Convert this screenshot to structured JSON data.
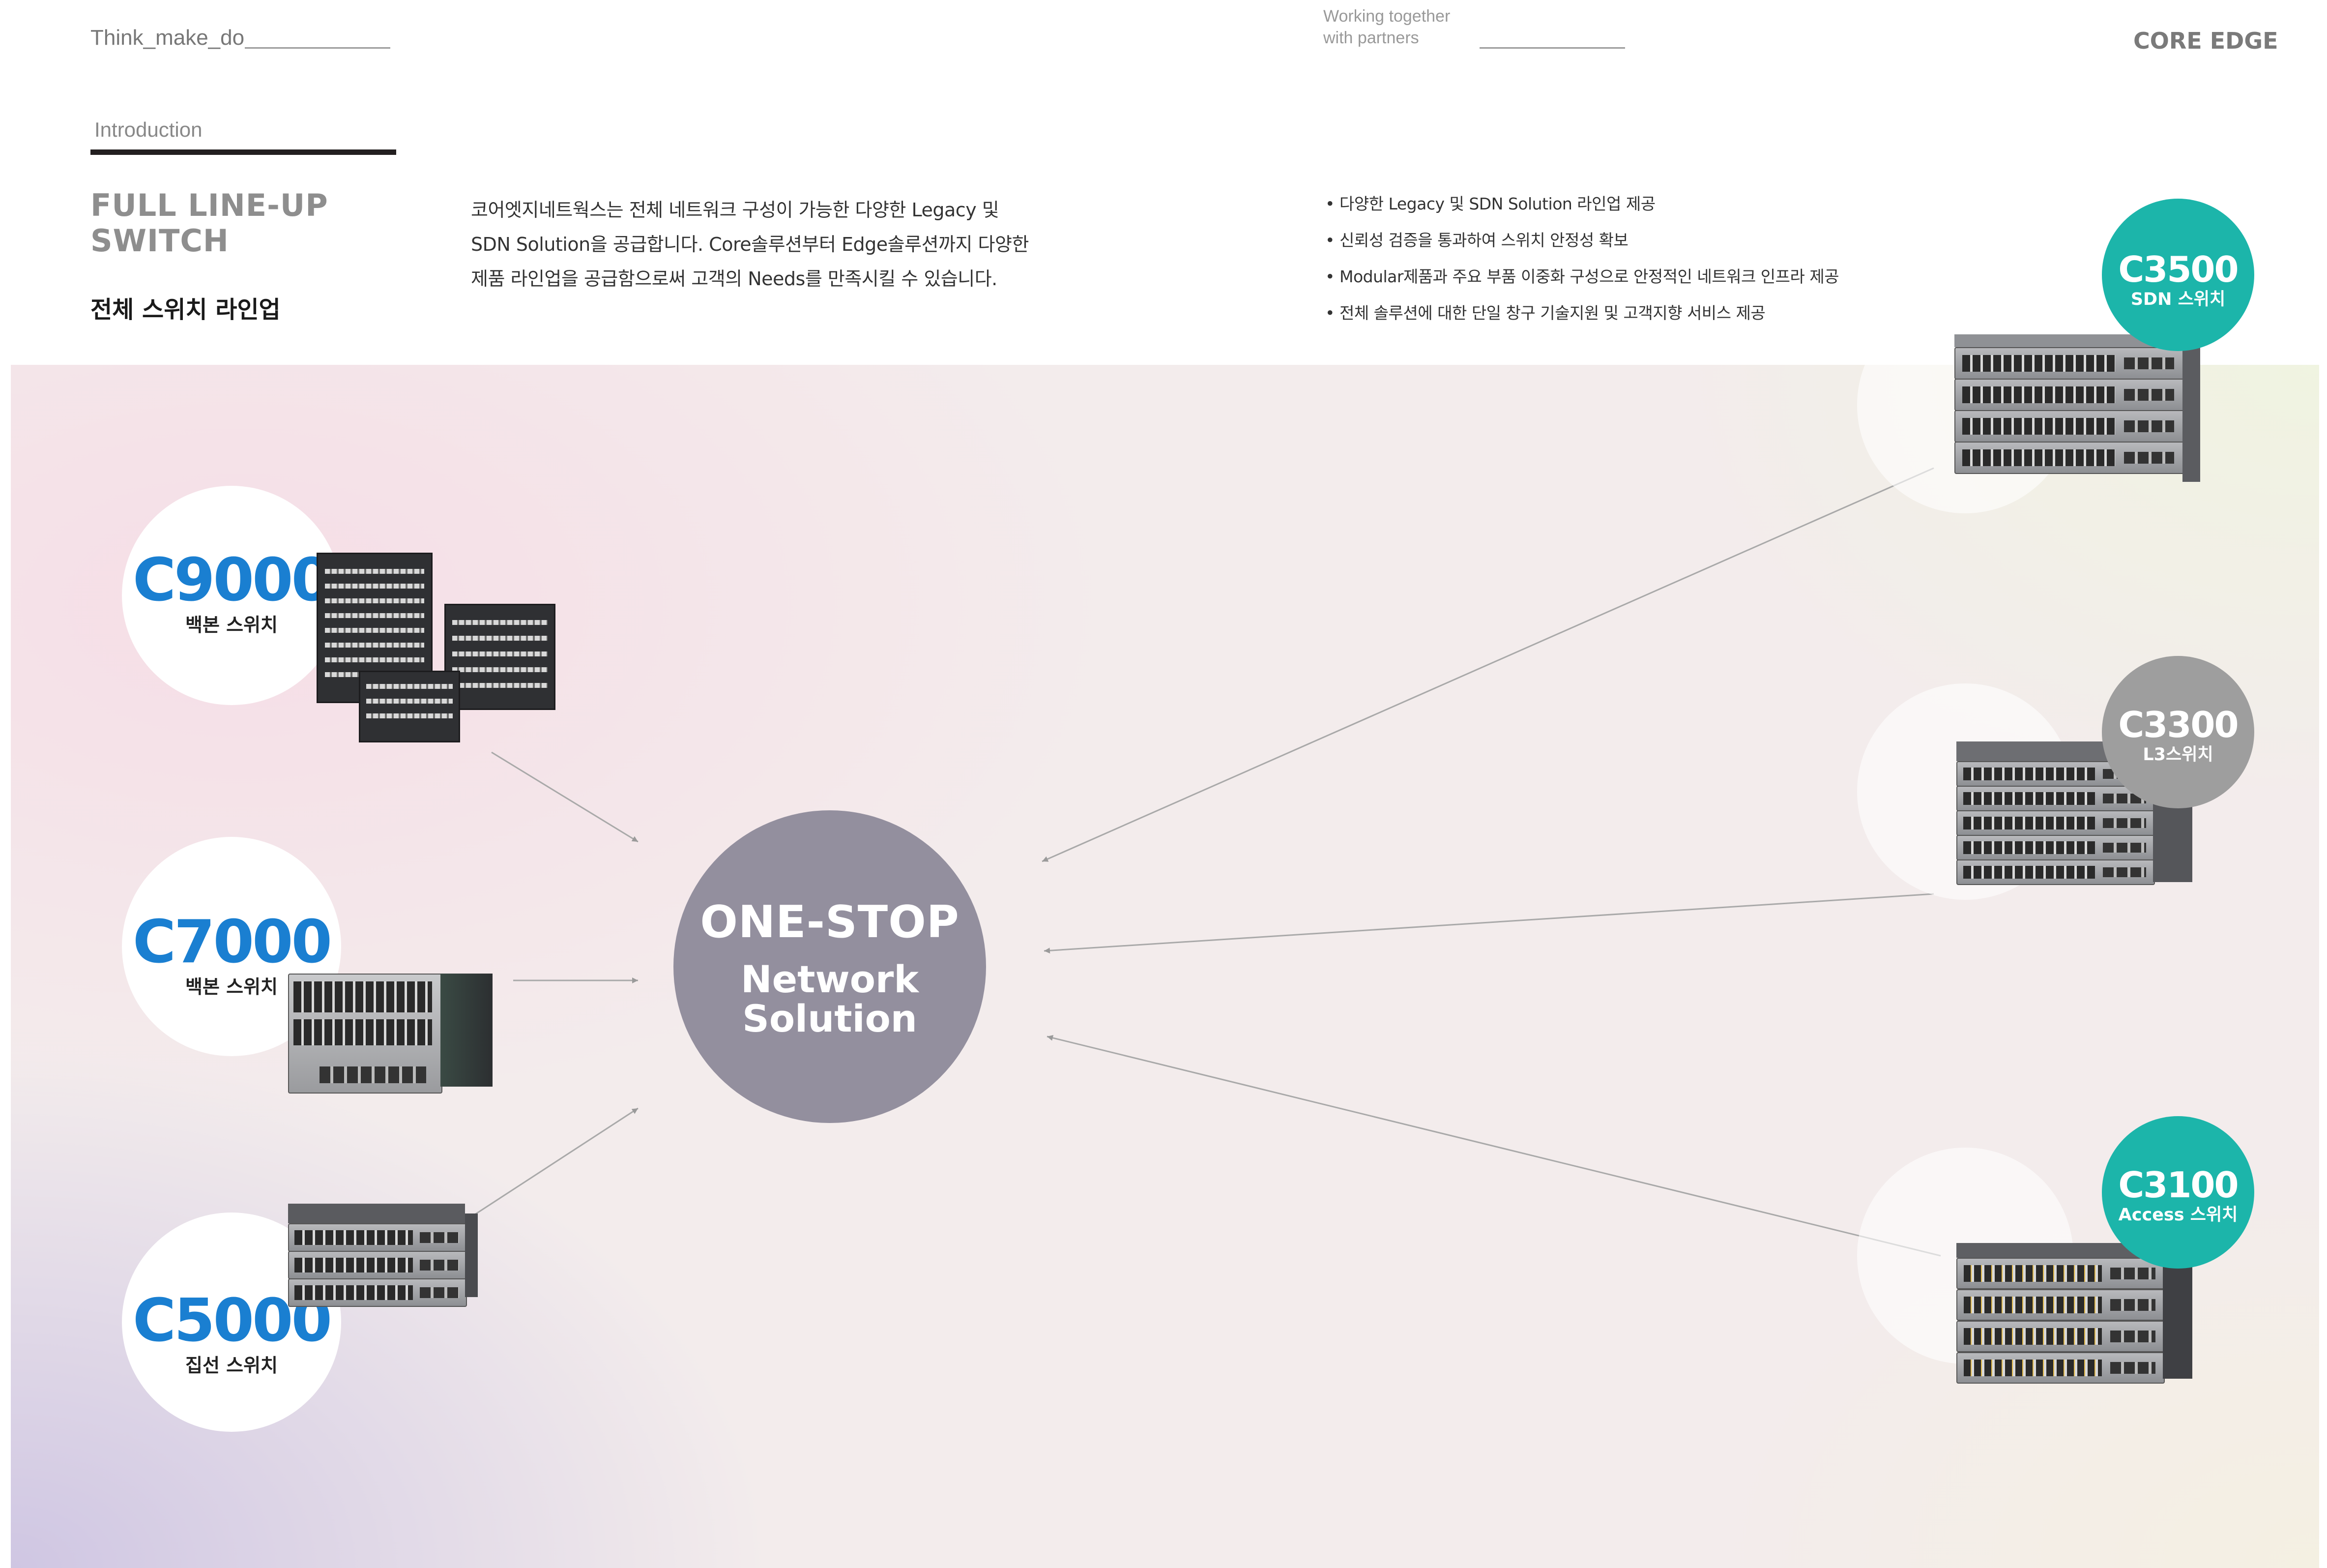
{
  "header": {
    "tagline": "Think_make_do",
    "working_line1": "Working together",
    "working_line2": "with partners",
    "brand": "CORE EDGE"
  },
  "intro": {
    "label": "Introduction",
    "title_line1": "FULL LINE-UP",
    "title_line2": "SWITCH",
    "title_ko": "전체 스위치 라인업",
    "paragraph": [
      "코어엣지네트웍스는 전체 네트워크 구성이 가능한 다양한 Legacy 및",
      "SDN Solution을 공급합니다. Core솔루션부터 Edge솔루션까지 다양한",
      "제품 라인업을 공급함으로써 고객의 Needs를 만족시킬 수 있습니다."
    ],
    "bullets": [
      "다양한 Legacy 및 SDN Solution 라인업 제공",
      "신뢰성 검증을 통과하여 스위치 안정성 확보",
      "Modular제품과 주요 부품 이중화 구성으로 안정적인 네트워크 인프라 제공",
      "전체 솔루션에 대한 단일 창구 기술지원 및 고객지향 서비스 제공"
    ]
  },
  "center": {
    "line1": "ONE-STOP",
    "line2": "Network",
    "line3": "Solution"
  },
  "left_models": [
    {
      "code": "C9000",
      "label": "백본 스위치"
    },
    {
      "code": "C7000",
      "label": "백본 스위치"
    },
    {
      "code": "C5000",
      "label": "집선 스위치"
    }
  ],
  "right_models": [
    {
      "code": "C3500",
      "label": "SDN 스위치",
      "badge_color": "#1cb5aa"
    },
    {
      "code": "C3300",
      "label": "L3스위치",
      "badge_color": "#9e9e9e"
    },
    {
      "code": "C3100",
      "label": "Access 스위치",
      "badge_color": "#1cb5aa"
    }
  ],
  "colors": {
    "model_blue": "#1a7fd1",
    "center_circle": "#938f9e",
    "teal": "#1cb5aa",
    "gray": "#9e9e9e"
  }
}
